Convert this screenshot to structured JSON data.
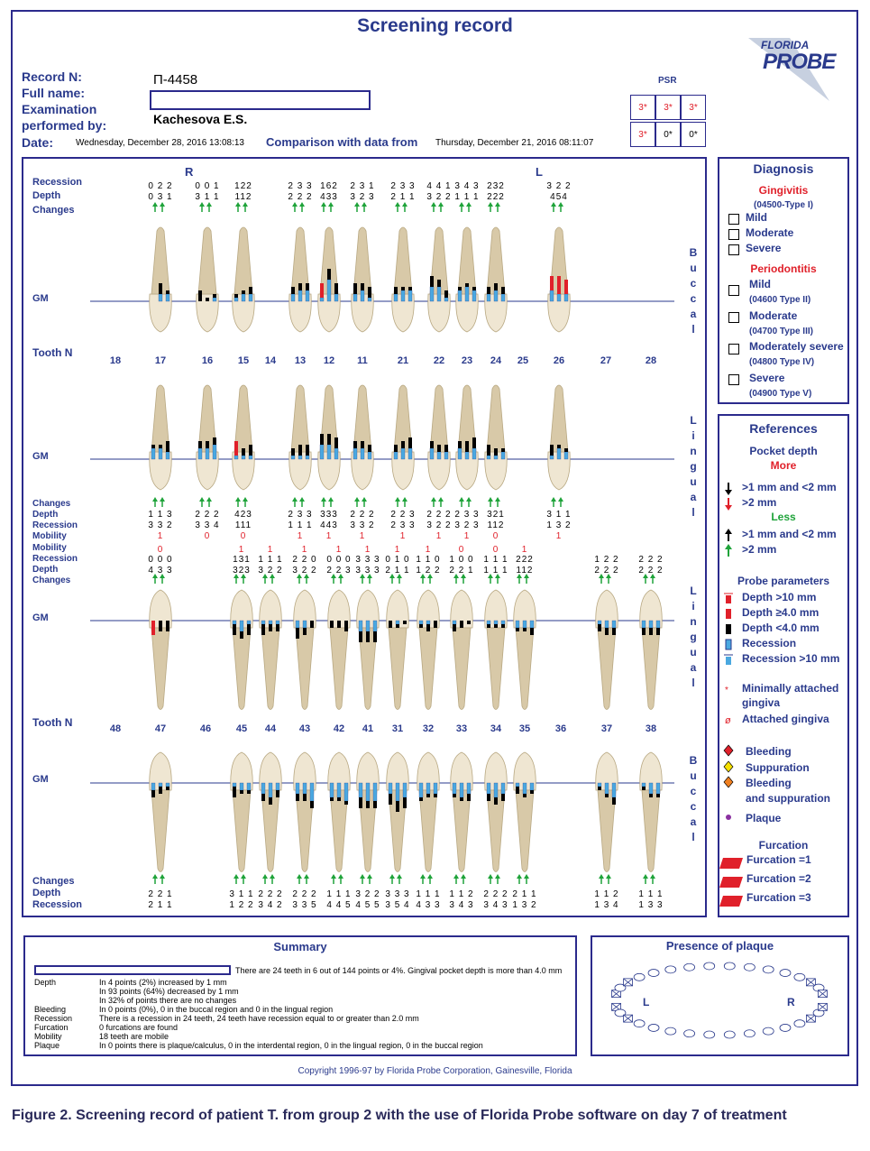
{
  "title": "Screening record",
  "header": {
    "record_label": "Record N:",
    "record_value": "П-4458",
    "fullname_label": "Full name:",
    "exam_label": "Examination",
    "exam_label2": "performed by:",
    "exam_value": "Kachesova E.S.",
    "date_label": "Date:",
    "date_value": "Wednesday, December 28, 2016 13:08:13",
    "comparison_label": "Comparison with data from",
    "comparison_value": "Thursday, December 21, 2016 08:11:07"
  },
  "logo": {
    "line1": "FLORIDA",
    "line2": "PROBE"
  },
  "psr": {
    "label": "PSR",
    "top": [
      "3*",
      "3*",
      "3*"
    ],
    "bottom": [
      "3*",
      "0*",
      "0*"
    ]
  },
  "upper": {
    "side_r": "R",
    "side_l": "L",
    "labels": {
      "recession": "Recession",
      "depth": "Depth",
      "changes": "Changes",
      "gm": "GM",
      "tooth_n": "Tooth N"
    },
    "buccal_recession": [
      "0 2 2",
      "0 0 1",
      "122",
      "2 3 3",
      "162",
      "2 3 1",
      "2 3 3",
      "4 4 1",
      "3 4 3",
      "232",
      "3 2 2"
    ],
    "buccal_depth": [
      "0 3 1",
      "3 1 1",
      "112",
      "2 2 2",
      "433",
      "3 2 3",
      "2 1 1",
      "3 2 2",
      "1 1 1",
      "222",
      "454"
    ],
    "teeth": [
      "18",
      "17",
      "16",
      "15",
      "14",
      "13",
      "12",
      "11",
      "21",
      "22",
      "23",
      "24",
      "25",
      "26",
      "27",
      "28"
    ],
    "buccal_vertical": "Buccal",
    "lingual_vertical": "Lingual",
    "lingual_labels": {
      "changes": "Changes",
      "depth": "Depth",
      "recession": "Recession",
      "mobility": "Mobility"
    },
    "lingual_depth": [
      "1 1 3",
      "2 2 2",
      "423",
      "2 3 3",
      "333",
      "2 2 2",
      "2 2 3",
      "2 2 2",
      "2 3 3",
      "321",
      "3 1 1"
    ],
    "lingual_recession": [
      "3 3 2",
      "3 3 4",
      "111",
      "1 1 1",
      "443",
      "3 3 2",
      "2 3 3",
      "3 2 2",
      "3 2 3",
      "112",
      "1 3 2"
    ],
    "lingual_mobility": [
      "1",
      "0",
      "0",
      "1",
      "1",
      "1",
      "1",
      "1",
      "1",
      "0",
      "1"
    ]
  },
  "lower": {
    "labels": {
      "mobility": "Mobility",
      "recession": "Recession",
      "depth": "Depth",
      "changes": "Changes",
      "gm": "GM",
      "tooth_n": "Tooth N"
    },
    "mobility": [
      "0",
      "1",
      "1",
      "1",
      "1",
      "1",
      "1",
      "1",
      "0",
      "0",
      "1"
    ],
    "lingual_recession": [
      "0 0 0",
      "131",
      "1 1 1",
      "2 2 0",
      "0 0 0",
      "3 3 3",
      "0 1 0",
      "1 1 0",
      "1 0 0",
      "1 1 1",
      "222",
      "1 2 2",
      "2 2 2"
    ],
    "lingual_depth": [
      "4 3 3",
      "323",
      "3 2 2",
      "3 2 2",
      "2 2 3",
      "3 3 3",
      "2 1 1",
      "1 2 2",
      "2 2 1",
      "1 1 1",
      "112",
      "2 2 2",
      "2 2 2"
    ],
    "teeth": [
      "48",
      "47",
      "46",
      "45",
      "44",
      "43",
      "42",
      "41",
      "31",
      "32",
      "33",
      "34",
      "35",
      "36",
      "37",
      "38"
    ],
    "buccal_labels": {
      "changes": "Changes",
      "depth": "Depth",
      "recession": "Recession"
    },
    "buccal_depth": [
      "2 2 1",
      "3 1 1",
      "2 2 2",
      "2 2 2",
      "1 1 1",
      "3 2 2",
      "3 3 3",
      "1 1 1",
      "1 1 2",
      "2 2 2",
      "2 1 1",
      "1 1 2",
      "1 1 1"
    ],
    "buccal_recession": [
      "2 1 1",
      "1 2 2",
      "3 4 2",
      "3 3 5",
      "4 4 5",
      "4 5 5",
      "3 5 4",
      "4 3 3",
      "3 4 3",
      "3 4 3",
      "1 3 2",
      "1 3 4",
      "1 3 3"
    ]
  },
  "diagnosis": {
    "title": "Diagnosis",
    "gingivitis": "Gingivitis",
    "gingivitis_code": "(04500-Type I)",
    "g_mild": "Mild",
    "g_moderate": "Moderate",
    "g_severe": "Severe",
    "periodontitis": "Periodontitis",
    "p_mild": "Mild",
    "p_mild_code": "(04600 Type II)",
    "p_moderate": "Moderate",
    "p_moderate_code": "(04700 Type III)",
    "p_modsev": "Moderately severe",
    "p_modsev_code": "(04800 Type IV)",
    "p_severe": "Severe",
    "p_severe_code": "(04900 Type V)"
  },
  "references": {
    "title": "References",
    "pocket": "Pocket depth",
    "more": "More",
    "more1": ">1 mm and <2 mm",
    "more2": ">2 mm",
    "less": "Less",
    "less1": ">1 mm and <2 mm",
    "less2": ">2 mm",
    "probe": "Probe parameters",
    "pp1": "Depth >10 mm",
    "pp2": "Depth ≥4.0 mm",
    "pp3": "Depth <4.0 mm",
    "pp4": "Recession",
    "pp5": "Recession >10 mm",
    "min_att1": "Minimally attached",
    "min_att2": "gingiva",
    "att": "Attached gingiva",
    "bleeding": "Bleeding",
    "suppuration": "Suppuration",
    "bs1": "Bleeding",
    "bs2": "and suppuration",
    "plaque": "Plaque",
    "furcation": "Furcation",
    "f1": "Furcation =1",
    "f2": "Furcation =2",
    "f3": "Furcation =3"
  },
  "summary": {
    "title": "Summary",
    "headline": "There are 24 teeth in 6 out of 144 points or 4%. Gingival pocket depth is more than 4.0 mm",
    "rows": [
      {
        "k": "Depth",
        "v": "In 4 points (2%) increased by 1 mm"
      },
      {
        "k": "",
        "v": "In 93 points (64%) decreased by 1 mm"
      },
      {
        "k": "",
        "v": "In 32% of points there are no changes"
      },
      {
        "k": "Bleeding",
        "v": "In 0 points (0%), 0 in the buccal region and 0 in the lingual region"
      },
      {
        "k": "Recession",
        "v": "There is a recession in 24 teeth, 24 teeth have recession equal to or greater than 2.0 mm"
      },
      {
        "k": "Furcation",
        "v": "0 furcations are found"
      },
      {
        "k": "Mobility",
        "v": "18 teeth are mobile"
      },
      {
        "k": "Plaque",
        "v": "In 0 points there is plaque/calculus, 0 in the interdental region, 0 in the lingual region, 0 in the buccal region"
      }
    ]
  },
  "plaque": {
    "title": "Presence of plaque",
    "left": "L",
    "right": "R"
  },
  "copyright": "Copyright 1996-97 by Florida Probe Corporation, Gainesville, Florida",
  "caption": "Figure 2. Screening record of patient T. from group 2 with the use of Florida Probe software on day 7 of treatment",
  "colors": {
    "accent": "#2a3a8c",
    "red": "#e0202a",
    "green": "#1fa33a",
    "recession_blue": "#4aa8e0"
  }
}
